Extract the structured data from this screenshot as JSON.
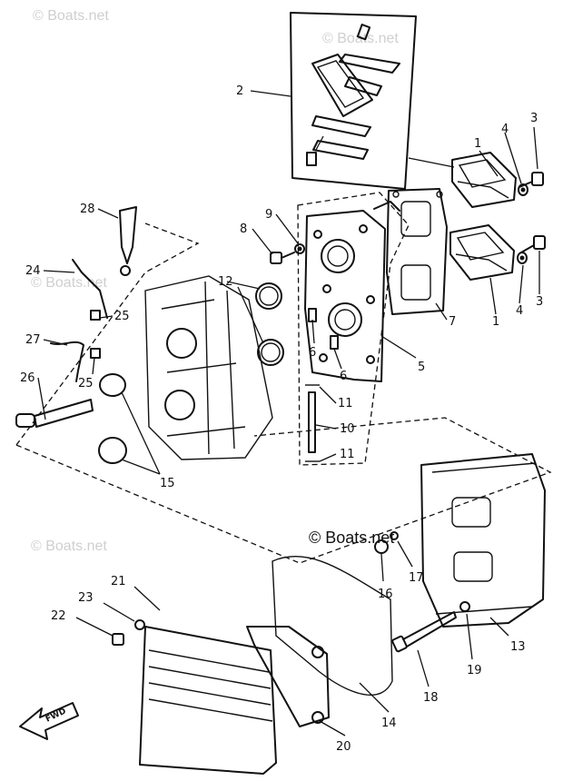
{
  "watermarks": {
    "top_left": "© Boats.net",
    "top_center": "© Boats.net",
    "mid_left": "© Boats.net",
    "lower_left": "© Boats.net",
    "center": "© Boats.net"
  },
  "fwd_label": "FWD",
  "callouts": [
    {
      "id": "c1a",
      "text": "1"
    },
    {
      "id": "c1b",
      "text": "1"
    },
    {
      "id": "c2",
      "text": "2"
    },
    {
      "id": "c3a",
      "text": "3"
    },
    {
      "id": "c3b",
      "text": "3"
    },
    {
      "id": "c4a",
      "text": "4"
    },
    {
      "id": "c4b",
      "text": "4"
    },
    {
      "id": "c5",
      "text": "5"
    },
    {
      "id": "c6a",
      "text": "6"
    },
    {
      "id": "c6b",
      "text": "6"
    },
    {
      "id": "c7",
      "text": "7"
    },
    {
      "id": "c8",
      "text": "8"
    },
    {
      "id": "c9",
      "text": "9"
    },
    {
      "id": "c10",
      "text": "10"
    },
    {
      "id": "c11a",
      "text": "11"
    },
    {
      "id": "c11b",
      "text": "11"
    },
    {
      "id": "c12",
      "text": "12"
    },
    {
      "id": "c13",
      "text": "13"
    },
    {
      "id": "c14",
      "text": "14"
    },
    {
      "id": "c15",
      "text": "15"
    },
    {
      "id": "c16",
      "text": "16"
    },
    {
      "id": "c17",
      "text": "17"
    },
    {
      "id": "c18",
      "text": "18"
    },
    {
      "id": "c19",
      "text": "19"
    },
    {
      "id": "c20",
      "text": "20"
    },
    {
      "id": "c21",
      "text": "21"
    },
    {
      "id": "c22",
      "text": "22"
    },
    {
      "id": "c23",
      "text": "23"
    },
    {
      "id": "c24",
      "text": "24"
    },
    {
      "id": "c25a",
      "text": "25"
    },
    {
      "id": "c25b",
      "text": "25"
    },
    {
      "id": "c26",
      "text": "26"
    },
    {
      "id": "c27",
      "text": "27"
    },
    {
      "id": "c28",
      "text": "28"
    }
  ]
}
